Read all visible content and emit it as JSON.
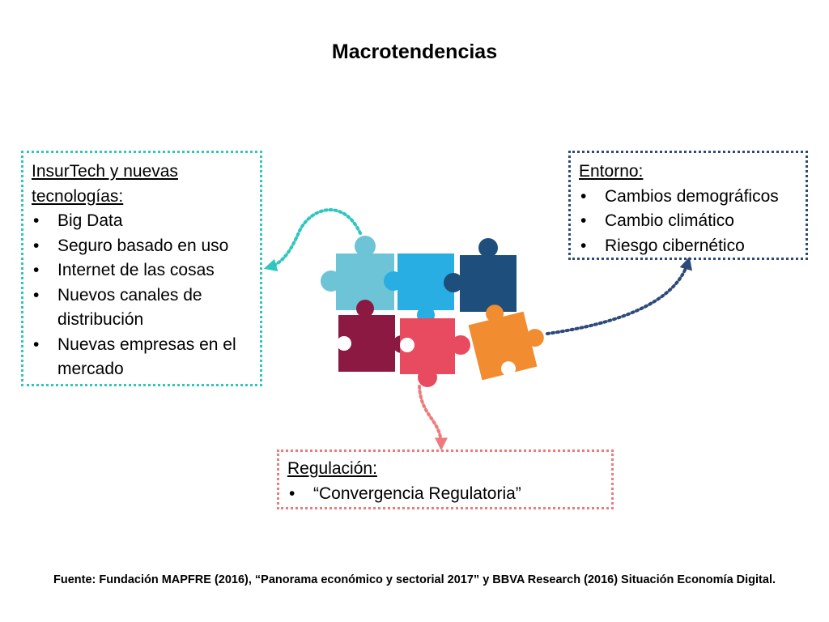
{
  "title": "Macrotendencias",
  "boxes": {
    "insurtech": {
      "heading": "InsurTech y nuevas tecnologías:",
      "items": [
        "Big Data",
        "Seguro basado en uso",
        "Internet de las cosas",
        "Nuevos canales de distribución",
        "Nuevas empresas en el mercado"
      ],
      "color": "#2ec7bd"
    },
    "entorno": {
      "heading": "Entorno:",
      "items": [
        "Cambios demográficos",
        "Cambio climático",
        "Riesgo cibernético"
      ],
      "color": "#2e4a7a"
    },
    "regulacion": {
      "heading": "Regulación:",
      "items": [
        "“Convergencia Regulatoria”"
      ],
      "color": "#ee7b7b"
    }
  },
  "puzzle_colors": {
    "light_blue": "#6cc4d6",
    "sky_blue": "#28aee2",
    "navy": "#1e4f7c",
    "maroon": "#8c1942",
    "coral": "#e84a5f",
    "orange": "#f28c30"
  },
  "source": "Fuente: Fundación MAPFRE (2016), “Panorama económico y sectorial 2017” y BBVA Research (2016) Situación Economía Digital."
}
